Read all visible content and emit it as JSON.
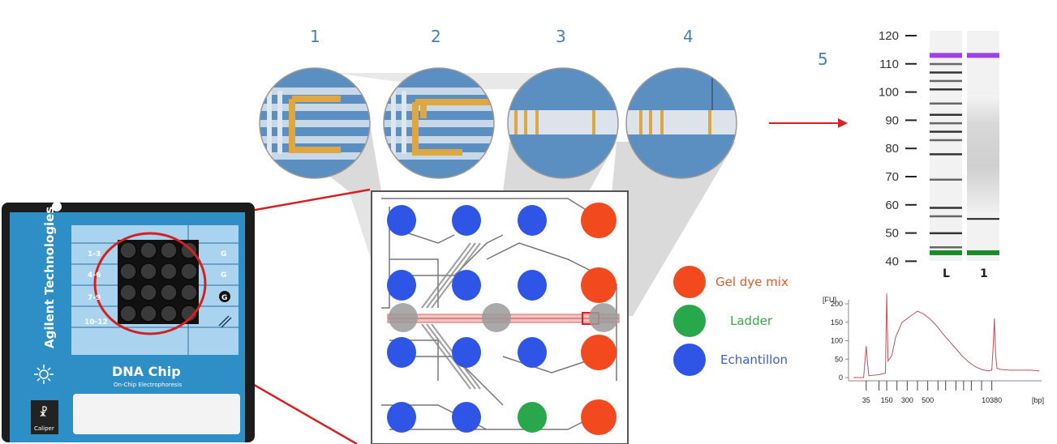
{
  "steps": [
    "1",
    "2",
    "3",
    "4",
    "5"
  ],
  "chip": {
    "brand": "Agilent Technologies",
    "product": "DNA Chip",
    "subtitle": "On-Chip Electrophoresis",
    "maker": "Caliper",
    "row_labels": [
      "1-3",
      "4-6",
      "7-9",
      "10-12"
    ],
    "right_labels": [
      "G",
      "G",
      "G"
    ]
  },
  "legend": [
    {
      "label": "Gel dye mix",
      "color": "#f24a1e",
      "text_color": "#e05a2a"
    },
    {
      "label": "Ladder",
      "color": "#28a84a",
      "text_color": "#3aa84a"
    },
    {
      "label": "Echantillon",
      "color": "#2f55e6",
      "text_color": "#3a5fd0"
    }
  ],
  "well_grid": [
    [
      "sample",
      "sample",
      "sample",
      "gel"
    ],
    [
      "sample",
      "sample",
      "sample",
      "gel"
    ],
    [
      "sample",
      "sample",
      "sample",
      "gel"
    ],
    [
      "sample",
      "sample",
      "ladder",
      "gel"
    ]
  ],
  "chart_data": [
    {
      "type": "table",
      "title": "",
      "ylim": [
        35,
        125
      ],
      "yticks": [
        120,
        110,
        100,
        90,
        80,
        70,
        60,
        50,
        40
      ],
      "lanes": [
        "L",
        "1"
      ],
      "ladder_bands": [
        113,
        110,
        107,
        104,
        101,
        96,
        92,
        89,
        86,
        83,
        78,
        69,
        59,
        56,
        50,
        45,
        43
      ],
      "sample_smear_range": [
        57,
        99
      ],
      "sample_bands": [
        113,
        55,
        43
      ],
      "marker_colors": {
        "upper": "#9b3ff0",
        "lower": "#1a8a2a"
      }
    },
    {
      "type": "line",
      "ylabel": "[FU]",
      "xlabel": "[bp]",
      "yticks": [
        0,
        50,
        100,
        150,
        200
      ],
      "ylim": [
        -15,
        230
      ],
      "xtick_labels": [
        "35",
        "150",
        "300",
        "500",
        "10380"
      ],
      "color": "#c0505a",
      "x": [
        0,
        8,
        10,
        11,
        12,
        20,
        25,
        26,
        27,
        30,
        33,
        38,
        45,
        50,
        55,
        60,
        65,
        70,
        75,
        80,
        85,
        90,
        95,
        100,
        105,
        108,
        109,
        110,
        111,
        112,
        115,
        122,
        130,
        138,
        145
      ],
      "values": [
        0,
        0,
        85,
        40,
        5,
        8,
        12,
        228,
        45,
        60,
        110,
        150,
        168,
        180,
        172,
        158,
        140,
        118,
        98,
        78,
        58,
        42,
        30,
        22,
        18,
        20,
        80,
        160,
        60,
        25,
        22,
        20,
        20,
        20,
        18
      ]
    }
  ]
}
